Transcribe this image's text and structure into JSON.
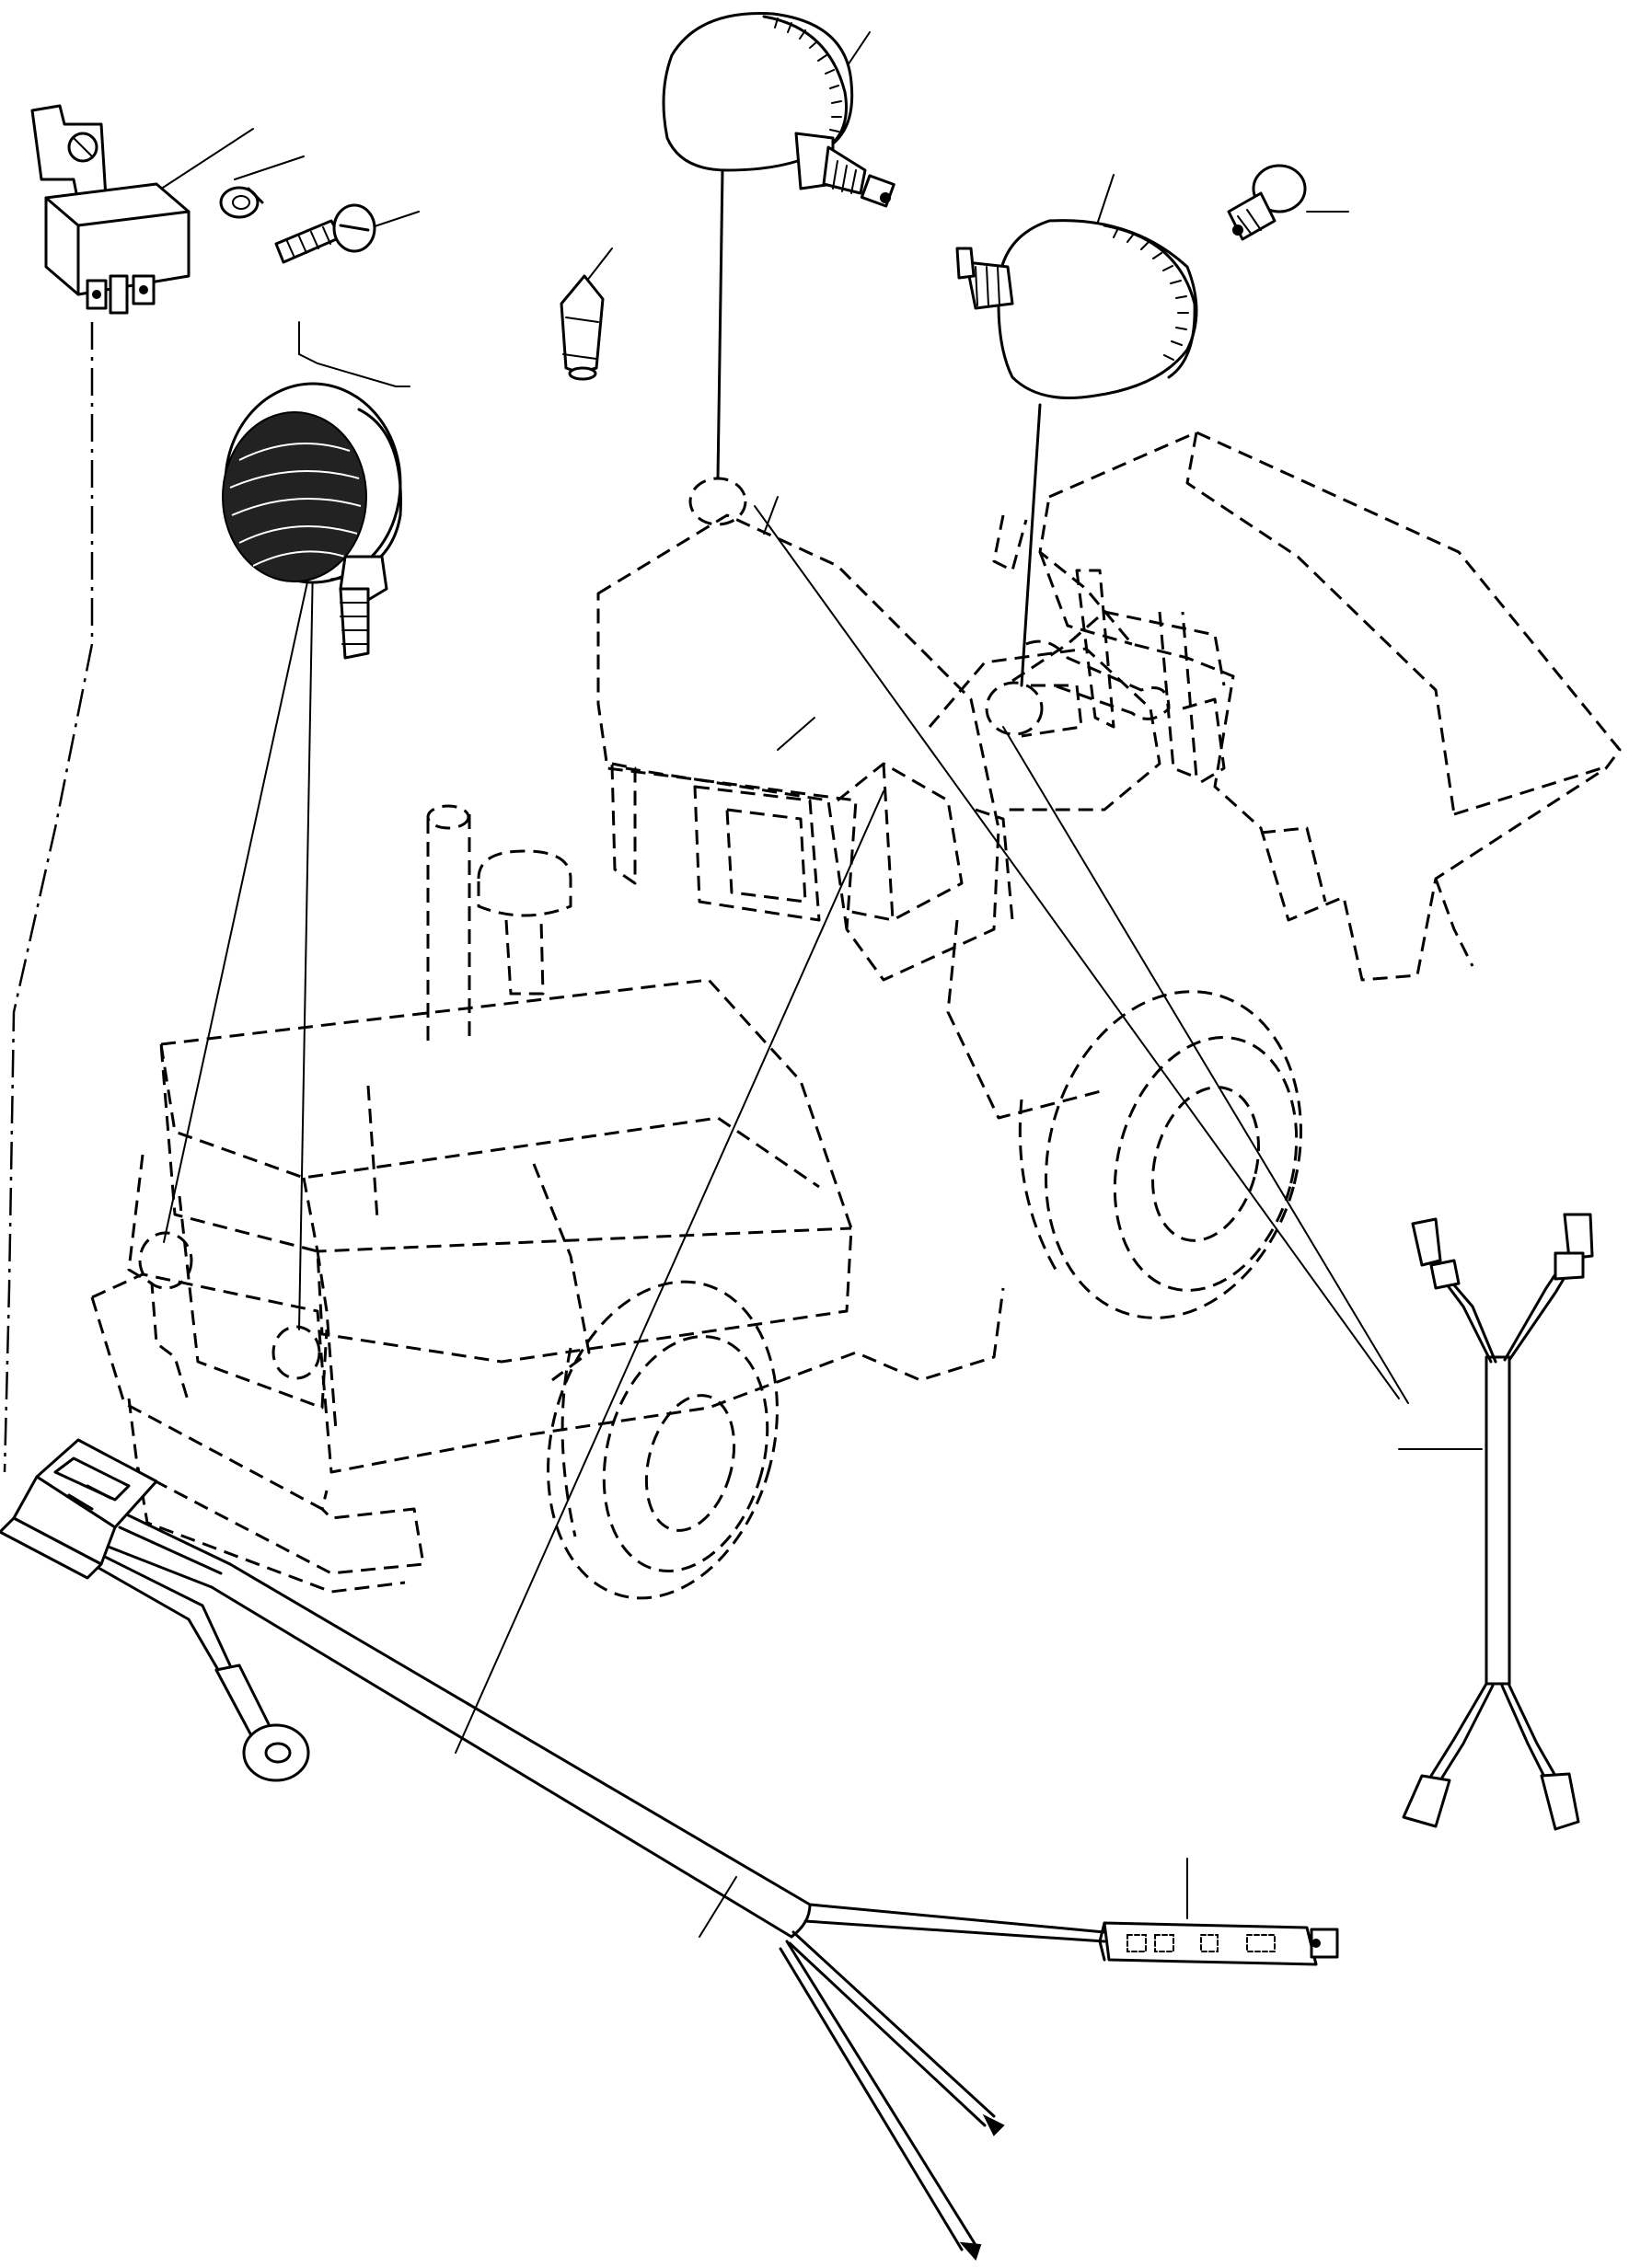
{
  "diagram": {
    "type": "exploded-parts-illustration",
    "subject": "wheel-loader",
    "background": "#ffffff",
    "line_color": "#000000",
    "leader_lines_without_callout_numbers": 14,
    "parts": [
      "relay-with-bracket",
      "lock-washer",
      "screw",
      "bulb-festoon",
      "work-lamp-front",
      "rear-lamp-upper",
      "rear-lamp-right",
      "bulb-bayonet",
      "harness-y-rear",
      "main-harness",
      "main-connector",
      "ring-terminal",
      "in-line-fuse-holder"
    ]
  }
}
